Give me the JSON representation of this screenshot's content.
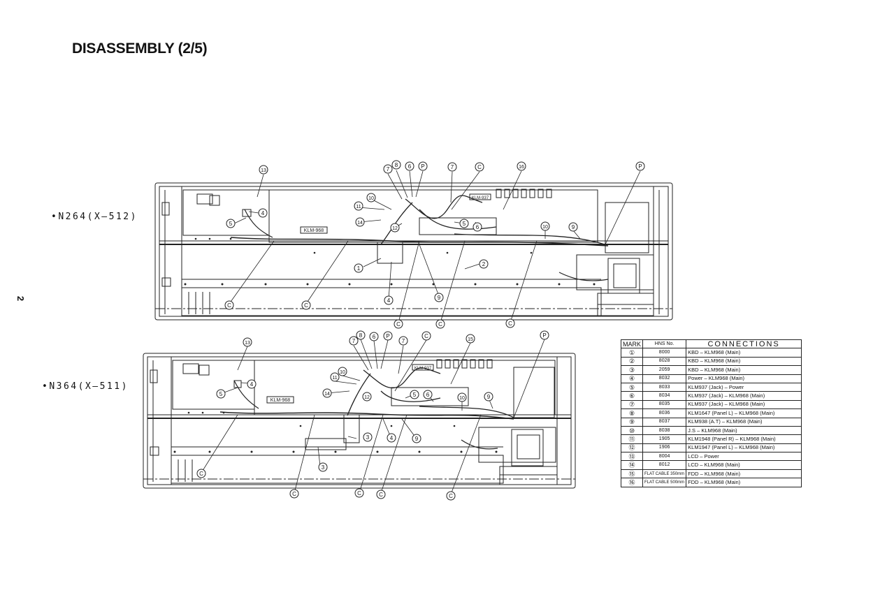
{
  "title": "DISASSEMBLY (2/5)",
  "page_number": "2",
  "models": {
    "top": "•N264(X–512)",
    "bottom": "•N364(X–511)"
  },
  "board_labels": {
    "top_main": "KLM-968",
    "top_jack": "KLM-937",
    "bottom_main": "KLM-968",
    "bottom_jack": "KLM-937"
  },
  "callouts": {
    "c": "C",
    "p": "P",
    "n1": "1",
    "n2": "2",
    "n3": "3",
    "n4": "4",
    "n5": "5",
    "n6": "6",
    "n7": "7",
    "n8": "8",
    "n9": "9",
    "n10": "10",
    "n11": "11",
    "n12": "12",
    "n13": "13",
    "n14": "14",
    "n15": "15",
    "n16": "16"
  },
  "table": {
    "headers": {
      "mark": "MARK",
      "hns": "HNS No.",
      "connections": "CONNECTIONS"
    },
    "rows": [
      {
        "mark": "①",
        "hns": "8000",
        "conn": "KBD – KLM968 (Main)"
      },
      {
        "mark": "②",
        "hns": "8028",
        "conn": "KBD – KLM968 (Main)"
      },
      {
        "mark": "③",
        "hns": "2059",
        "conn": "KBD – KLM968 (Main)"
      },
      {
        "mark": "④",
        "hns": "8032",
        "conn": "Power – KLM968 (Main)"
      },
      {
        "mark": "⑤",
        "hns": "8033",
        "conn": "KLM937 (Jack) – Power"
      },
      {
        "mark": "⑥",
        "hns": "8034",
        "conn": "KLM937 (Jack) – KLM968 (Main)"
      },
      {
        "mark": "⑦",
        "hns": "8035",
        "conn": "KLM937 (Jack) – KLM968 (Main)"
      },
      {
        "mark": "⑧",
        "hns": "8036",
        "conn": "KLM1647 (Panel L) – KLM968 (Main)"
      },
      {
        "mark": "⑨",
        "hns": "8037",
        "conn": "KLM938 (A.T) – KLM968 (Main)"
      },
      {
        "mark": "⑩",
        "hns": "8038",
        "conn": "J.S – KLM968 (Main)"
      },
      {
        "mark": "⑪",
        "hns": "1905",
        "conn": "KLM1948 (Panel R) – KLM968 (Main)"
      },
      {
        "mark": "⑫",
        "hns": "1906",
        "conn": "KLM1947 (Panel L) – KLM968 (Main)"
      },
      {
        "mark": "⑬",
        "hns": "8004",
        "conn": "LCD – Power"
      },
      {
        "mark": "⑭",
        "hns": "8012",
        "conn": "LCD – KLM968 (Main)"
      },
      {
        "mark": "⑮",
        "hns": "FLAT CABLE 350mm",
        "conn": "FDD – KLM968 (Main)"
      },
      {
        "mark": "⑯",
        "hns": "FLAT CABLE 500mm",
        "conn": "FDD – KLM968 (Main)"
      }
    ]
  }
}
